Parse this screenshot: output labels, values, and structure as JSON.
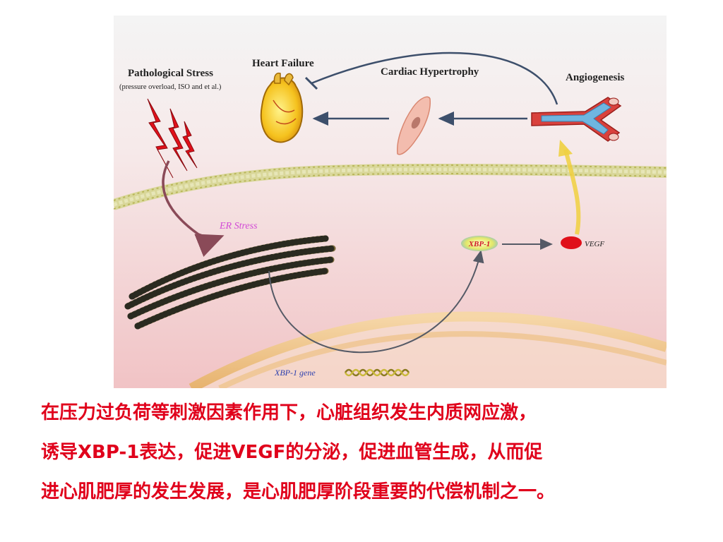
{
  "diagram": {
    "labels": {
      "pathological_stress": "Pathological Stress",
      "pathological_stress_sub": "(pressure overload, ISO and et al.)",
      "heart_failure": "Heart Failure",
      "cardiac_hypertrophy": "Cardiac Hypertrophy",
      "angiogenesis": "Angiogenesis",
      "er_stress": "ER Stress",
      "xbp1": "XBP-1",
      "vegf": "VEGF",
      "xbp1_gene": "XBP-1 gene"
    },
    "colors": {
      "background_top": "#f4f4f4",
      "background_bottom": "#f2c9c9",
      "membrane": "#c8c874",
      "arrow": "#3d4f6b",
      "er_label": "#d24bd6",
      "xbp1_label": "#d01a2a",
      "gene_label": "#2b3fae",
      "vegf_dot": "#e0101a",
      "lightning": "#e0101a"
    }
  },
  "caption": {
    "line1": "在压力过负荷等刺激因素作用下，心脏组织发生内质网应激，",
    "line2": "诱导XBP-1表达，促进VEGF的分泌，促进血管生成，从而促",
    "line3": "进心肌肥厚的发生发展，是心肌肥厚阶段重要的代偿机制之一。",
    "color": "#e0001b"
  }
}
